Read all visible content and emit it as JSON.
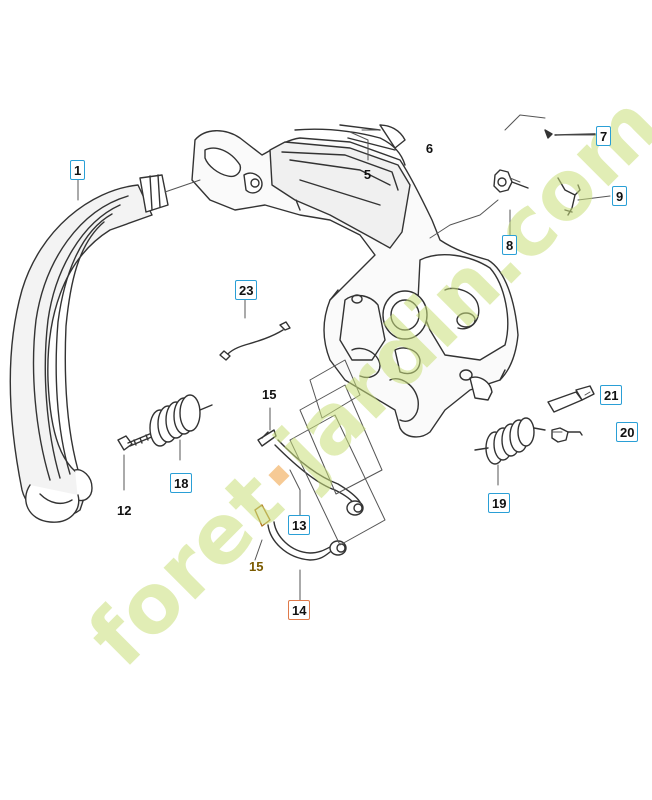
{
  "watermark": {
    "text_a": "foret",
    "dot": "·",
    "text_b": "jardin.com"
  },
  "callouts": {
    "c1": "1",
    "c5": "5",
    "c6": "6",
    "c7": "7",
    "c8": "8",
    "c9": "9",
    "c12": "12",
    "c13": "13",
    "c14": "14",
    "c15a": "15",
    "c15b": "15",
    "c18": "18",
    "c19": "19",
    "c20": "20",
    "c21": "21",
    "c23": "23"
  },
  "colors": {
    "callout_border": "#2a9fd6",
    "highlight_border": "#e07a4a",
    "watermark": "#c9df7a",
    "line": "#333333"
  }
}
